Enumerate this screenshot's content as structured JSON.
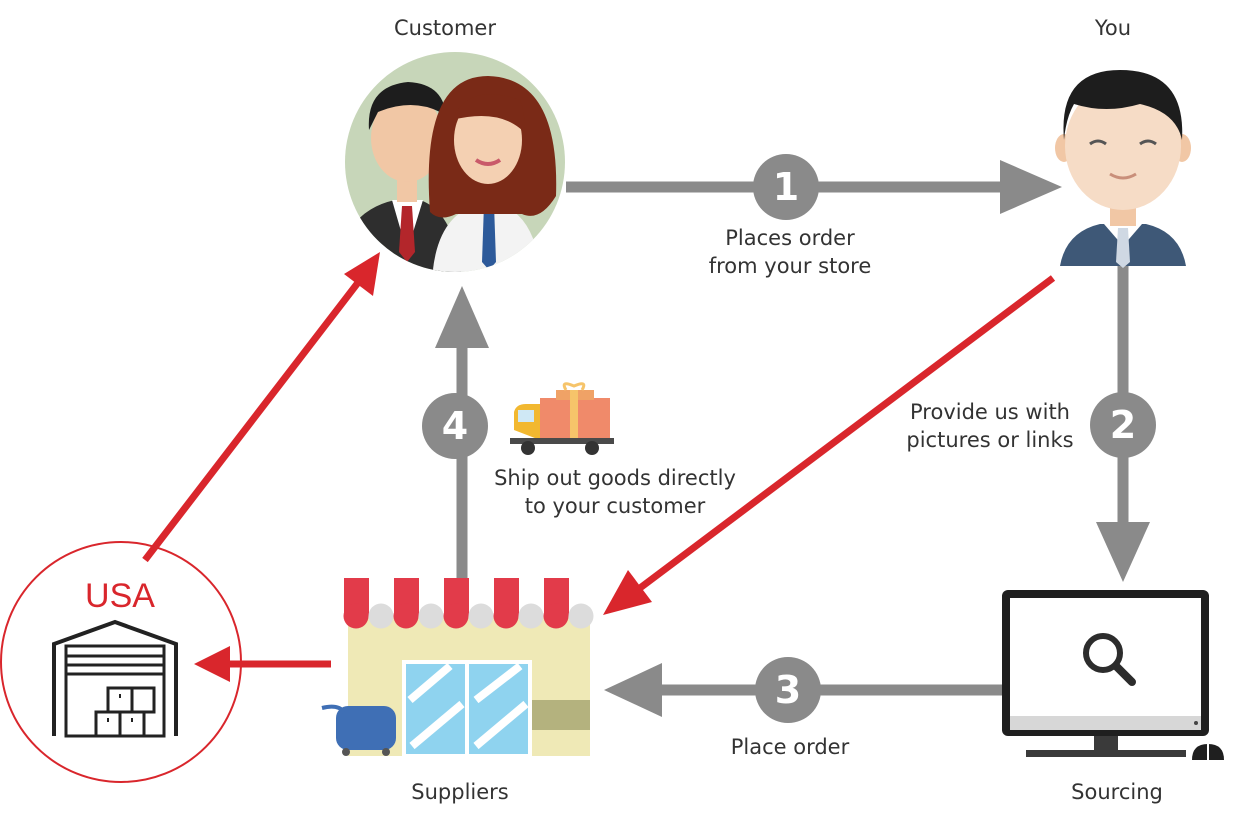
{
  "nodes": {
    "customer": {
      "label": "Customer"
    },
    "you": {
      "label": "You"
    },
    "suppliers": {
      "label": "Suppliers"
    },
    "sourcing": {
      "label": "Sourcing"
    },
    "warehouse": {
      "label": "USA"
    }
  },
  "steps": [
    {
      "number": "1",
      "text_line1": "Places order",
      "text_line2": "from your store"
    },
    {
      "number": "2",
      "text_line1": "Provide us with",
      "text_line2": "pictures or links"
    },
    {
      "number": "3",
      "text_line1": "Place order",
      "text_line2": ""
    },
    {
      "number": "4",
      "text_line1": "Ship out goods directly",
      "text_line2": "to your customer"
    }
  ],
  "colors": {
    "arrow_gray": "#8a8a8a",
    "arrow_red": "#d9262c",
    "awning_red": "#e23b4a",
    "store_wall": "#efe9b6",
    "glass": "#8fd3ef",
    "screen_bg": "#ffffff",
    "monitor_frame": "#1f1f1f"
  },
  "icons": {
    "customer": "customer-couple-icon",
    "you": "person-icon",
    "suppliers": "storefront-icon",
    "sourcing": "monitor-search-icon",
    "warehouse": "warehouse-icon",
    "truck": "delivery-truck-icon"
  }
}
